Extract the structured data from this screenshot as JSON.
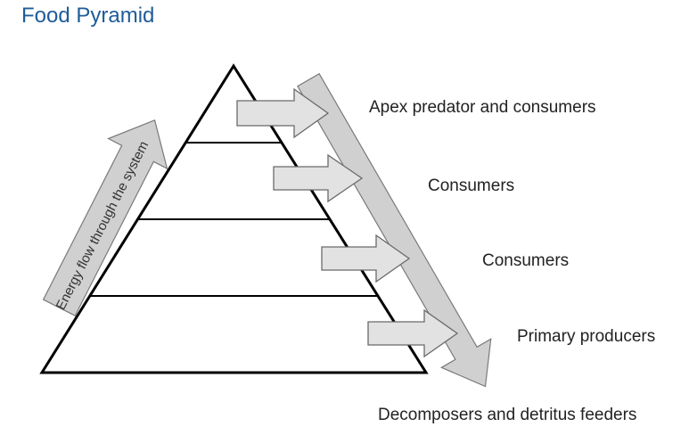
{
  "title": "Food Pyramid",
  "energy_flow_label": "Energy flow through the system",
  "levels": [
    {
      "label": "Apex predator and consumers"
    },
    {
      "label": "Consumers"
    },
    {
      "label": "Consumers"
    },
    {
      "label": "Primary producers"
    }
  ],
  "decomposers_label": "Decomposers and detritus feeders",
  "colors": {
    "title": "#1f5c99",
    "arrow_fill": "#d0d0d0",
    "arrow_stroke": "#7a7a7a",
    "pyramid_stroke": "#000000"
  }
}
